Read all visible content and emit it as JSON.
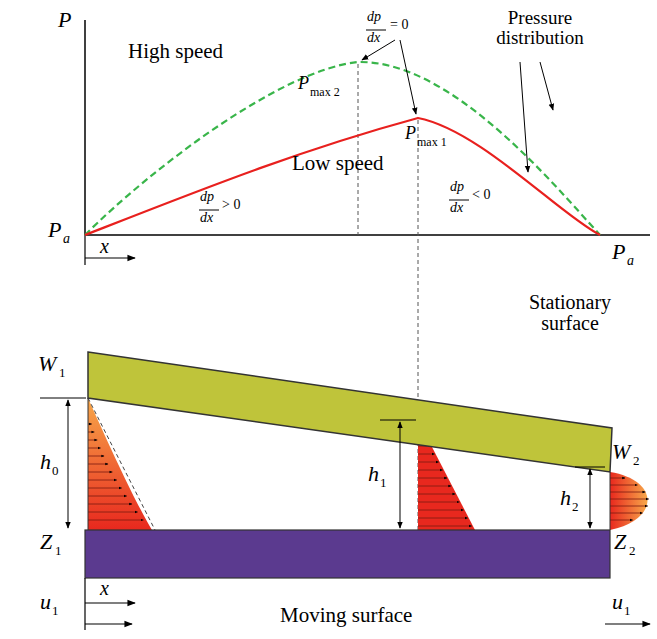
{
  "diagram": {
    "labels": [
      "P",
      "High speed",
      "dp",
      "dx",
      "= 0",
      "Pressure distribution",
      "P",
      "max 2",
      "P",
      "max 1",
      "Low speed",
      "dp",
      "dx",
      "> 0",
      "dp",
      "dx",
      "< 0",
      "P",
      "a",
      "x",
      "P",
      "a",
      "Stationary surface",
      "W",
      "1",
      "h",
      "0",
      "h",
      "1",
      "W",
      "2",
      "h",
      "2",
      "Z",
      "1",
      "Z",
      "2",
      "u",
      "1",
      "x",
      "u",
      "1",
      "Moving surface"
    ]
  }
}
